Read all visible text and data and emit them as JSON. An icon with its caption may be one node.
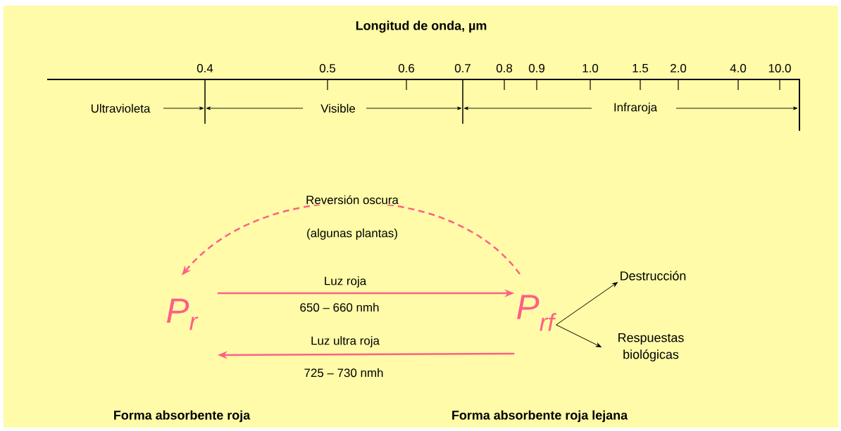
{
  "diagram": {
    "title": "Longitud de onda, µm",
    "nodes": [
      {
        "text": [
          "P$_{r}$"
        ]
      },
      {
        "text": [
          "P$_{rf}$"
        ]
      },
      {
        "text": [
          "Destrucción"
        ]
      },
      {
        "text": [
          "Respuestas biológicas"
        ]
      }
    ],
    "edges": [
      {
        "from": 1,
        "to": 0,
        "arrow": "to",
        "style": "dashed",
        "label": "Reversión oscura"
      },
      {
        "from": 0,
        "to": 1,
        "arrow": "to",
        "label": "Luz roja"
      },
      {
        "from": 1,
        "to": 0,
        "arrow": "to",
        "label": "Luz ultra roja"
      },
      {
        "from": 1,
        "to": 2,
        "arrow": "to",
        "color": "#000000"
      },
      {
        "from": 1,
        "to": 3,
        "arrow": "to",
        "color": "#000000"
      }
    ],
    "labels": [
      "0.4",
      "0.5",
      "0.6",
      "0.7",
      "0.8",
      "0.9",
      "1.0",
      "1.5",
      "2.0",
      "4.0",
      "10.0",
      "Ultravioleta",
      "Visible",
      "Infraroja",
      "(algunas plantas)",
      "650 – 660 nmh",
      "725 – 730 nmh",
      "Forma  absorbente roja",
      "Forma  absorbente roja lejana"
    ]
  }
}
